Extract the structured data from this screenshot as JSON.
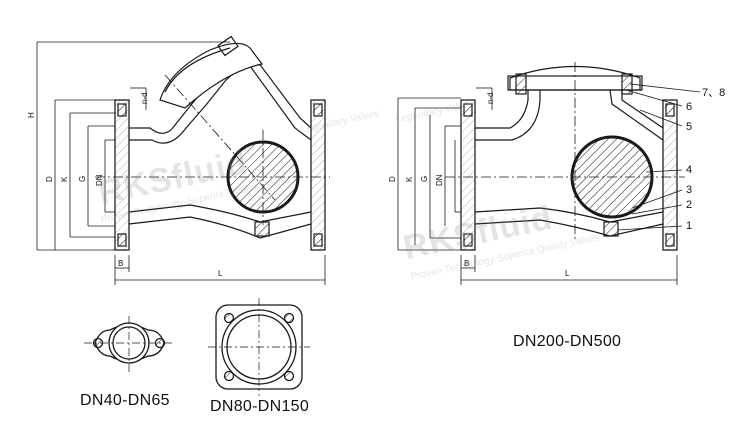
{
  "watermark": {
    "brand": "RKSfluid",
    "slogan": "Proven Technology-Superior Quality Valves",
    "slogan_alt": "Legendary Valves"
  },
  "captions": {
    "left_end_view_small": "DN40-DN65",
    "left_end_view_large": "DN80-DN150",
    "right_range": "DN200-DN500"
  },
  "dimension_labels": {
    "H": "H",
    "D": "D",
    "K": "K",
    "G": "G",
    "DN": "DN",
    "n_d": "n-d",
    "B": "B",
    "L": "L"
  },
  "part_callouts": [
    "7、8",
    "6",
    "5",
    "4",
    "3",
    "2",
    "1"
  ],
  "colors": {
    "line": "#1a1a1a",
    "ball_fill": "#ffffff",
    "watermark": "#8a8a8a"
  }
}
